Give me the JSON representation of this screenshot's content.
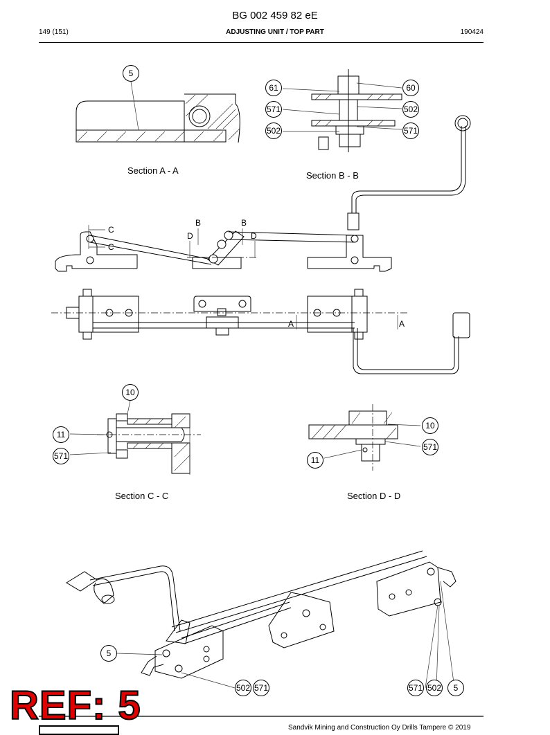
{
  "header": {
    "document_number": "BG 002 459 82 eE",
    "page": "149 (151)",
    "section_title": "ADJUSTING UNIT / TOP PART",
    "date_code": "190424"
  },
  "captions": {
    "section_aa": "Section A - A",
    "section_bb": "Section B - B",
    "section_cc": "Section C - C",
    "section_dd": "Section D - D"
  },
  "cut_labels": {
    "a1": "A",
    "a2": "A",
    "b1": "B",
    "b2": "B",
    "c1": "C",
    "c2": "C",
    "d1": "D",
    "d2": "D"
  },
  "callouts": {
    "aa_5": "5",
    "bb_61": "61",
    "bb_60": "60",
    "bb_571a": "571",
    "bb_502a": "502",
    "bb_502b": "502",
    "bb_571b": "571",
    "cc_10": "10",
    "cc_11": "11",
    "cc_571": "571",
    "dd_10": "10",
    "dd_571": "571",
    "dd_11": "11",
    "iso_5_left": "5",
    "iso_502_mid": "502",
    "iso_571_mid": "571",
    "iso_571_right": "571",
    "iso_502_right": "502",
    "iso_5_right": "5"
  },
  "ref_stamp": "REF: 5",
  "footer": {
    "copyright": "Sandvik Mining and Construction Oy Drills Tampere © 2019"
  }
}
